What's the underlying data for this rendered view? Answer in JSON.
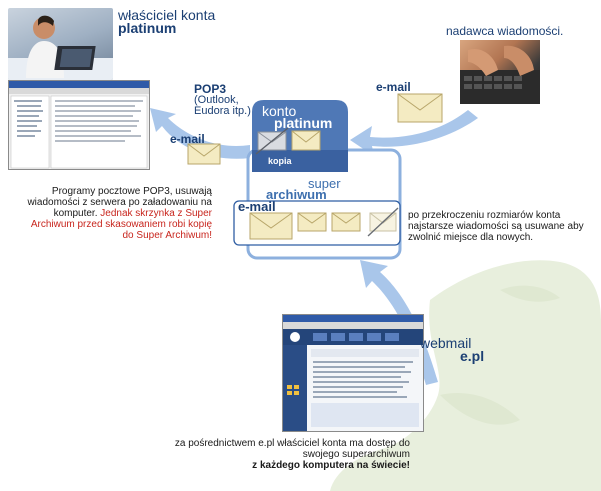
{
  "owner": {
    "line1": "właściciel konta",
    "line2": "platinum",
    "icon": "person-at-laptop-photo"
  },
  "sender": {
    "label": "nadawca wiadomości.",
    "icon": "typing-hands-photo"
  },
  "pop3": {
    "title": "POP3",
    "sub": "(Outlook, Eudora itp.)"
  },
  "email_labels": {
    "left": "e-mail",
    "right": "e-mail",
    "archive": "e-mail"
  },
  "konto": {
    "line1": "konto",
    "line2": "platinum",
    "kopia": "kopia"
  },
  "super": {
    "line1": "super",
    "line2": "archiwum"
  },
  "pop3_desc": {
    "normal": "Programy pocztowe POP3, usuwają wiadomości z serwera po załadowaniu na komputer.",
    "red": "Jednak skrzynka z Super Archiwum przed skasowaniem robi kopię do Super Archiwum!"
  },
  "overflow_desc": "po przekroczeniu rozmiarów konta najstarsze wiadomości są usuwane aby zwolnić miejsce dla nowych.",
  "webmail": {
    "line1": "webmail",
    "line2": "e.pl",
    "icon": "webmail-screenshot"
  },
  "bottom_desc": {
    "normal": "za pośrednictwem e.pl właściciel konta ma dostęp do swojego superarchiwum",
    "bold": "z każdego komputera na świecie!"
  },
  "colors": {
    "navy": "#1b3f73",
    "accent_blue": "#3d6fae",
    "box_blue": "#4f78b6",
    "red": "#c8261e",
    "arrow": "#a9c6ea",
    "map": "#e8efdd",
    "envelope": "#f4ebc2"
  }
}
